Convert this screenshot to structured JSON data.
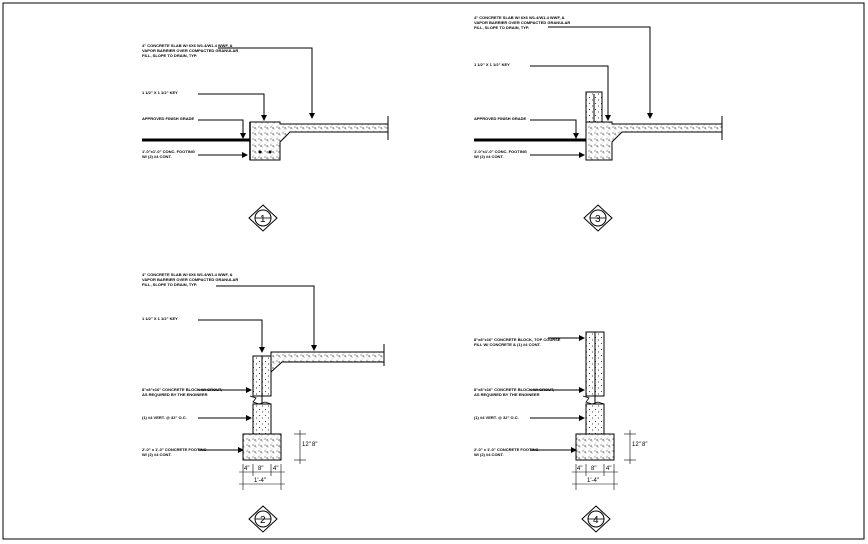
{
  "details": [
    {
      "id": "d1",
      "callout": "1",
      "notes": [
        "4\" CONCRETE SLAB W/ 6X6 W1.4/W1.4 WWF, &",
        "VAPOR BARRIER OVER COMPACTED GRANULAR",
        "FILL, SLOPE TO DRAIN, TYP.",
        "1 1/2\" X 1 1/2\" KEY",
        "APPROVED FINISH GRADE",
        "1'-0\"x1'-0\" CONC. FOOTING",
        "W/ (2) #4 CONT."
      ]
    },
    {
      "id": "d3",
      "callout": "3",
      "notes": [
        "4\" CONCRETE SLAB W/ 6X6 W1.4/W1.4 WWF, &",
        "VAPOR BARRIER OVER COMPACTED GRANULAR",
        "FILL, SLOPE TO DRAIN, TYP.",
        "1 1/2\" X 1 1/2\" KEY",
        "APPROVED FINISH GRADE",
        "1'-0\"x1'-0\" CONC. FOOTING",
        "W/ (2) #4 CONT."
      ]
    },
    {
      "id": "d2",
      "callout": "2",
      "notes": [
        "4\" CONCRETE SLAB W/ 6X6 W1.4/W1.4 WWF, &",
        "VAPOR BARRIER OVER COMPACTED GRANULAR",
        "FILL, SLOPE TO DRAIN, TYP.",
        "1 1/2\" X 1 1/2\" KEY",
        "8\"x8\"x16\" CONCRETE BLOCK W/ GROUT,",
        "AS REQUIRED BY THE ENGINEER",
        "(1) #4 VERT. @ 32\" O.C.",
        "2'-0\" x 1'-0\" CONCRETE FOOTING",
        "W/ (2) #4 CONT."
      ],
      "dims": [
        "4\"",
        "8\"",
        "4\"",
        "1'-4\"",
        "12\"",
        "8\""
      ]
    },
    {
      "id": "d4",
      "callout": "4",
      "notes": [
        "8\"x8\"x16\" CONCRETE BLOCK, TOP COURSE",
        "FILL W/ CONCRETE & (1) #4 CONT.",
        "8\"x8\"x16\" CONCRETE BLOCK W/ GROUT,",
        "AS REQUIRED BY THE ENGINEER",
        "(1) #4 VERT. @ 32\" O.C.",
        "2'-0\" x 1'-0\" CONCRETE FOOTING",
        "W/ (2) #4 CONT."
      ],
      "dims": [
        "4\"",
        "8\"",
        "4\"",
        "1'-4\"",
        "12\"",
        "8\""
      ]
    }
  ]
}
